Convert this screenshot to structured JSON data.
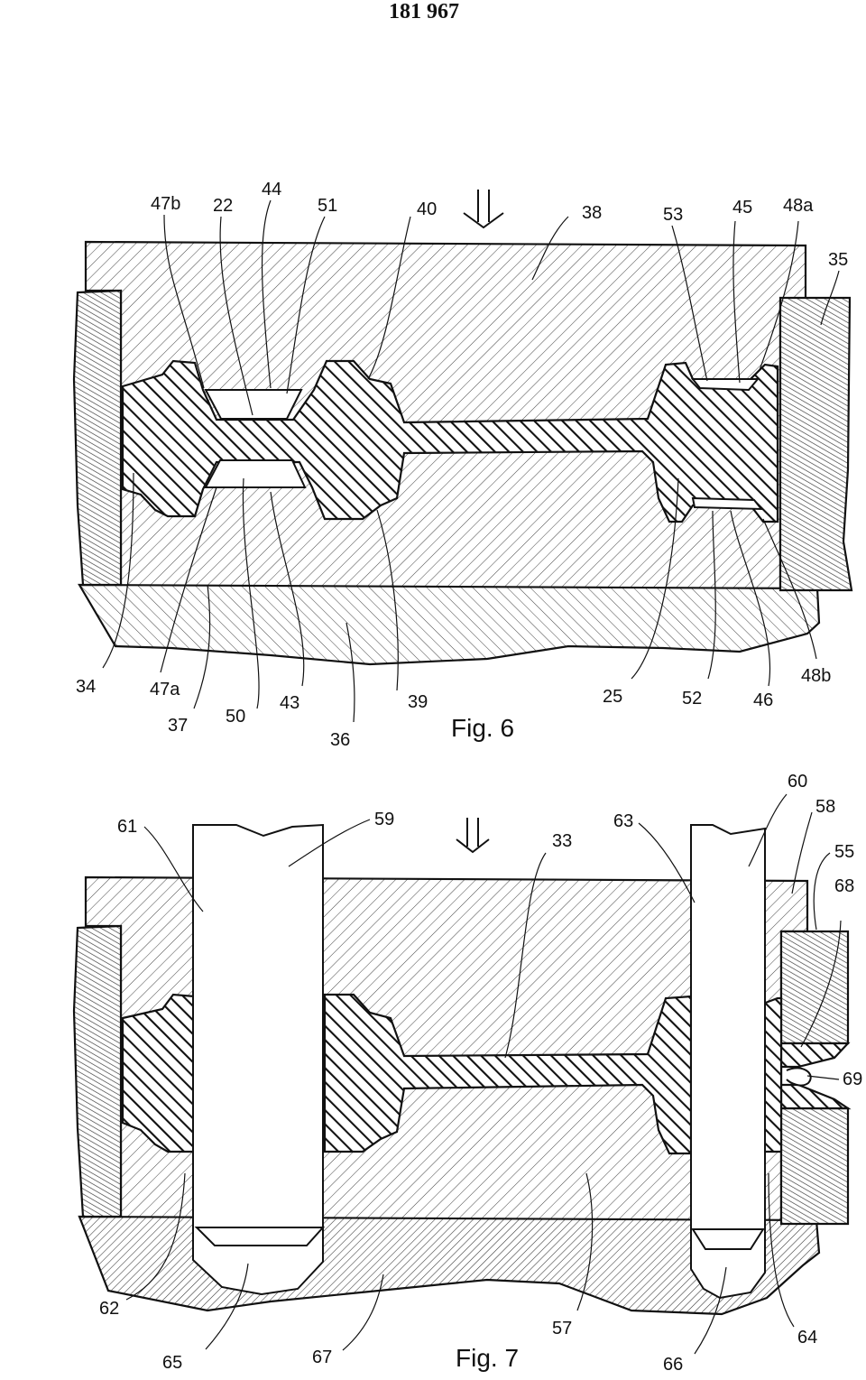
{
  "page_number": "181 967",
  "figures": [
    {
      "id": "fig6",
      "caption": "Fig. 6",
      "labels": [
        "47b",
        "22",
        "44",
        "51",
        "40",
        "38",
        "53",
        "45",
        "48a",
        "35",
        "34",
        "47a",
        "37",
        "50",
        "43",
        "36",
        "39",
        "25",
        "52",
        "46",
        "48b"
      ]
    },
    {
      "id": "fig7",
      "caption": "Fig. 7",
      "labels": [
        "61",
        "59",
        "33",
        "63",
        "60",
        "58",
        "55",
        "68",
        "69",
        "62",
        "65",
        "67",
        "57",
        "66",
        "64"
      ]
    }
  ]
}
